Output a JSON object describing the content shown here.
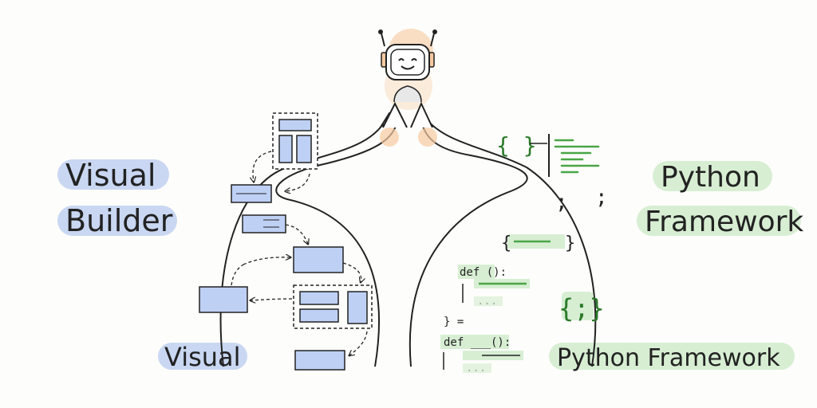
{
  "left": {
    "title_line1": "Visual",
    "title_line2": "Builder",
    "bottom_label": "Visual"
  },
  "right": {
    "title_line1": "Python",
    "title_line2": "Framework",
    "bottom_label": "Python Framework"
  },
  "code": {
    "braces_top": "{ }",
    "semicolon": ";",
    "def1": "def ():",
    "dots": "...",
    "close_eq": "} =",
    "def2": "def ___():",
    "curly_semi": "{;}"
  },
  "colors": {
    "blue_highlight": "#c9d7f2",
    "green_highlight": "#d7eed3",
    "box_fill": "#bfd0f5",
    "orange": "#f6c9a0",
    "green_line": "#4aa546",
    "ink": "#222222"
  }
}
